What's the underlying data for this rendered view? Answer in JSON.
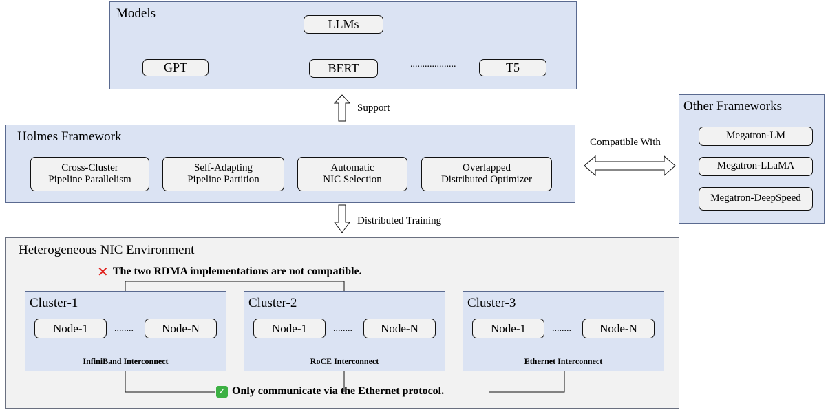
{
  "models": {
    "title": "Models",
    "root": "LLMs",
    "items": [
      "GPT",
      "BERT",
      "T5"
    ],
    "ellipsis": "..................."
  },
  "support_label": "Support",
  "holmes": {
    "title": "Holmes Framework",
    "features": [
      "Cross-Cluster\nPipeline Parallelism",
      "Self-Adapting\nPipeline Partition",
      "Automatic\nNIC Selection",
      "Overlapped\nDistributed Optimizer"
    ]
  },
  "compatible_label": "Compatible With",
  "other": {
    "title": "Other Frameworks",
    "items": [
      "Megatron-LM",
      "Megatron-LLaMA",
      "Megatron-DeepSpeed"
    ]
  },
  "distributed_label": "Distributed Training",
  "env": {
    "title": "Heterogeneous NIC Environment",
    "incompatible_note": "The two RDMA implementations are not compatible.",
    "ethernet_note": "Only communicate via the Ethernet protocol.",
    "clusters": [
      {
        "title": "Cluster-1",
        "node_a": "Node-1",
        "node_b": "Node-N",
        "ellipsis": "........",
        "interconnect": "InfiniBand Interconnect"
      },
      {
        "title": "Cluster-2",
        "node_a": "Node-1",
        "node_b": "Node-N",
        "ellipsis": "........",
        "interconnect": "RoCE Interconnect"
      },
      {
        "title": "Cluster-3",
        "node_a": "Node-1",
        "node_b": "Node-N",
        "ellipsis": "........",
        "interconnect": "Ethernet Interconnect"
      }
    ]
  },
  "colors": {
    "panel": "#dbe3f3",
    "env_panel": "#f2f2f2",
    "pill": "#f2f2f2",
    "cross": "#e0201c",
    "check": "#3cb043"
  },
  "icons": {
    "incompatible": "cross-mark-icon",
    "compatible": "check-mark-icon"
  }
}
